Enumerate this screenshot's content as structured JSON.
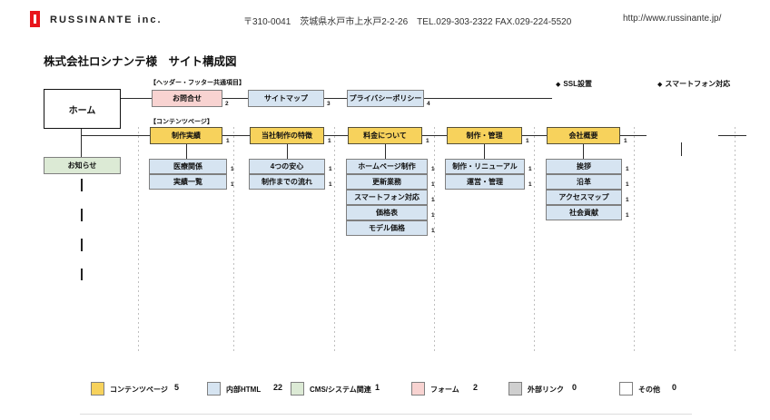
{
  "header": {
    "company": "RUSSINANTE inc.",
    "address": "〒310-0041　茨城県水戸市上水戸2-2-26　TEL.029-303-2322  FAX.029-224-5520",
    "url": "http://www.russinante.jp/"
  },
  "title": "株式会社ロシナンテ様　サイト構成図",
  "badges": {
    "icon": "◆",
    "ssl": "SSL設置",
    "smartphone": "スマートフォン対応"
  },
  "diagram": {
    "group_labels": {
      "common": "【ヘッダー・フッター共通項目】",
      "contents": "【コンテンツページ】"
    },
    "home": {
      "label": "ホーム"
    },
    "news": {
      "label": "お知らせ",
      "type": "cms"
    },
    "common_items": [
      {
        "label": "お問合せ",
        "count": "2",
        "type": "form"
      },
      {
        "label": "サイトマップ",
        "count": "3",
        "type": "html"
      },
      {
        "label": "プライバシーポリシー",
        "count": "4",
        "type": "html"
      }
    ],
    "sections": [
      {
        "label": "制作実績",
        "count": "1",
        "type": "contents",
        "children": [
          {
            "label": "医療関係",
            "count": "1"
          },
          {
            "label": "実績一覧",
            "count": "1"
          }
        ]
      },
      {
        "label": "当社制作の特徴",
        "count": "1",
        "type": "contents",
        "children": [
          {
            "label": "4つの安心",
            "count": "1"
          },
          {
            "label": "制作までの流れ",
            "count": "1"
          }
        ]
      },
      {
        "label": "料金について",
        "count": "1",
        "type": "contents",
        "children": [
          {
            "label": "ホームページ制作",
            "count": "1"
          },
          {
            "label": "更新業務",
            "count": "1"
          },
          {
            "label": "スマートフォン対応",
            "count": "1"
          },
          {
            "label": "価格表",
            "count": "1"
          },
          {
            "label": "モデル価格",
            "count": "1"
          }
        ]
      },
      {
        "label": "制作・管理",
        "count": "1",
        "type": "contents",
        "children": [
          {
            "label": "制作・リニューアル",
            "count": "1"
          },
          {
            "label": "運営・管理",
            "count": "1"
          }
        ]
      },
      {
        "label": "会社概要",
        "count": "1",
        "type": "contents",
        "children": [
          {
            "label": "挨拶",
            "count": "1"
          },
          {
            "label": "沿革",
            "count": "1"
          },
          {
            "label": "アクセスマップ",
            "count": "1"
          },
          {
            "label": "社会貢献",
            "count": "1"
          }
        ]
      }
    ]
  },
  "legend": {
    "items": [
      {
        "label": "コンテンツページ",
        "count": "5",
        "color": "#f7d25c"
      },
      {
        "label": "内部HTML",
        "count": "22",
        "color": "#d6e4f1"
      },
      {
        "label": "CMS/システム関連",
        "count": "1",
        "color": "#dcead5"
      },
      {
        "label": "フォーム",
        "count": "2",
        "color": "#f8d3d1"
      },
      {
        "label": "外部リンク",
        "count": "0",
        "color": "#cfcfcf"
      },
      {
        "label": "その他",
        "count": "0",
        "color": "#ffffff"
      }
    ]
  }
}
